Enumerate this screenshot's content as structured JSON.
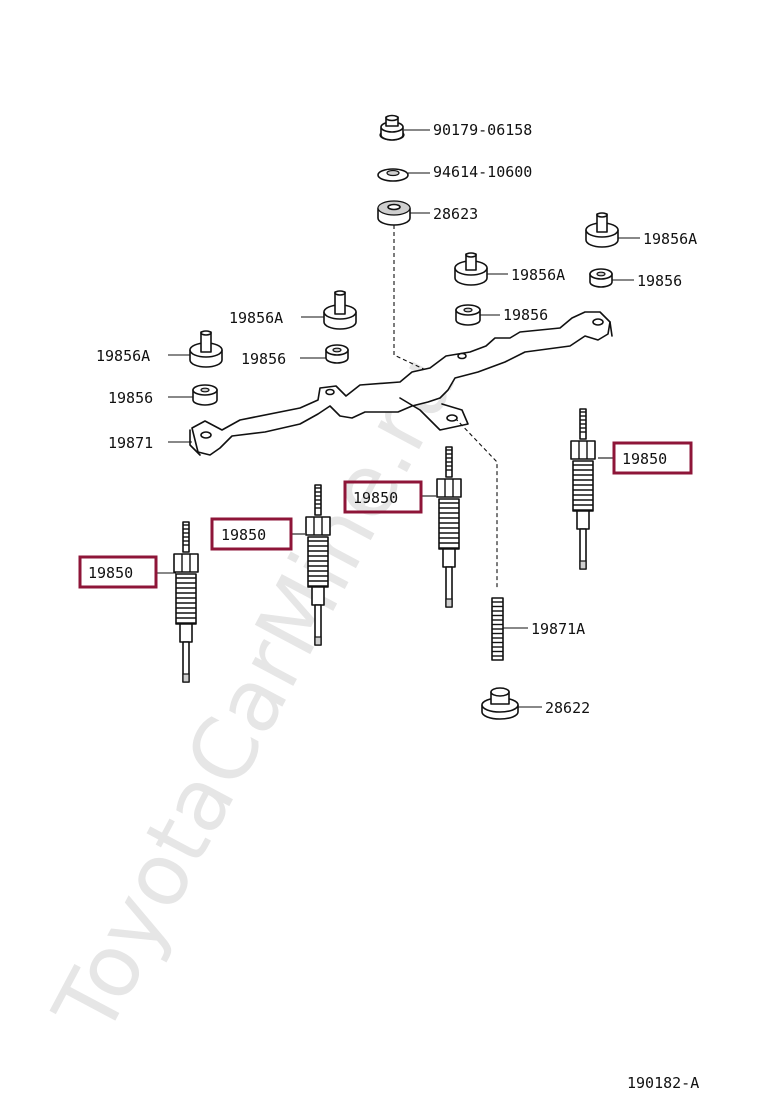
{
  "watermark": "ToyotaCarMine.ru",
  "figure_id": "190182-A",
  "highlight_color": "#8e1538",
  "labels": {
    "nut_top": "90179-06158",
    "washer": "94614-10600",
    "insulator_top": "28623",
    "stud_nut_a_right": "19856A",
    "nut_right": "19856",
    "stud_nut_a_mid": "19856A",
    "nut_mid": "19856",
    "stud_nut_a_left": "19856A",
    "nut_left_mid": "19856",
    "stud_nut_a_far": "19856A",
    "nut_far_left": "19856",
    "bus_bar": "19871",
    "plug_1": "19850",
    "plug_2": "19850",
    "plug_3": "19850",
    "plug_4": "19850",
    "stud": "19871A",
    "insulator_bottom": "28622"
  }
}
